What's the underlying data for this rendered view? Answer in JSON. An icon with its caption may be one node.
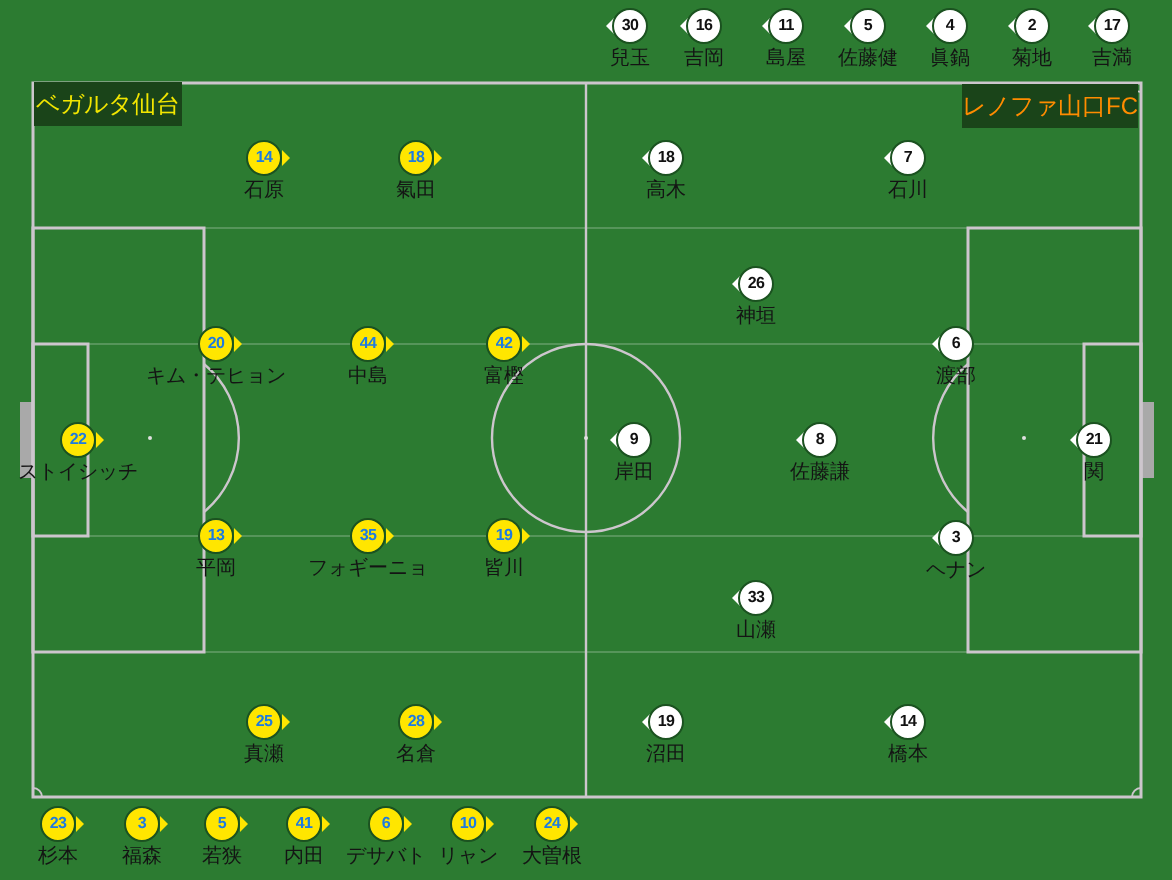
{
  "diagram": {
    "nodes": [
      {
        "text": [
          "30"
        ],
        "beside": [
          "兒玉"
        ]
      },
      {
        "text": [
          "16"
        ],
        "beside": [
          "吉岡"
        ]
      },
      {
        "text": [
          "11"
        ],
        "beside": [
          "島屋"
        ]
      },
      {
        "text": [
          "5"
        ],
        "beside": [
          "佐藤健"
        ]
      },
      {
        "text": [
          "4"
        ],
        "beside": [
          "眞鍋"
        ]
      },
      {
        "text": [
          "2"
        ],
        "beside": [
          "菊地"
        ]
      },
      {
        "text": [
          "17"
        ],
        "beside": [
          "吉満"
        ]
      },
      {
        "text": [
          "ベガルタ仙台"
        ]
      },
      {
        "text": [
          "レノファ山口FC"
        ]
      },
      {
        "text": [
          "14"
        ],
        "beside": [
          "石原"
        ]
      },
      {
        "text": [
          "18"
        ],
        "beside": [
          "氣田"
        ]
      },
      {
        "text": [
          "18"
        ],
        "beside": [
          "高木"
        ]
      },
      {
        "text": [
          "7"
        ],
        "beside": [
          "石川"
        ]
      },
      {
        "text": [
          "26"
        ],
        "beside": [
          "神垣"
        ]
      },
      {
        "text": [
          "20"
        ],
        "beside": [
          "キム・テヒョン"
        ]
      },
      {
        "text": [
          "44"
        ],
        "beside": [
          "中島"
        ]
      },
      {
        "text": [
          "42"
        ],
        "beside": [
          "富樫"
        ]
      },
      {
        "text": [
          "6"
        ],
        "beside": [
          "渡部"
        ]
      },
      {
        "text": [
          "22"
        ],
        "beside": [
          "ストイシッチ"
        ]
      },
      {
        "text": [
          "9"
        ],
        "beside": [
          "岸田"
        ]
      },
      {
        "text": [
          "8"
        ],
        "beside": [
          "佐藤謙"
        ]
      },
      {
        "text": [
          "21"
        ],
        "beside": [
          "関"
        ]
      },
      {
        "text": [
          "13"
        ],
        "beside": [
          "平岡"
        ]
      },
      {
        "text": [
          "35"
        ],
        "beside": [
          "フォギーニョ"
        ]
      },
      {
        "text": [
          "19"
        ],
        "beside": [
          "皆川"
        ]
      },
      {
        "text": [
          "3"
        ],
        "beside": [
          "ヘナン"
        ]
      },
      {
        "text": [
          "33"
        ],
        "beside": [
          "山瀬"
        ]
      },
      {
        "text": [
          "25"
        ],
        "beside": [
          "真瀬"
        ]
      },
      {
        "text": [
          "28"
        ],
        "beside": [
          "名倉"
        ]
      },
      {
        "text": [
          "19"
        ],
        "beside": [
          "沼田"
        ]
      },
      {
        "text": [
          "14"
        ],
        "beside": [
          "橋本"
        ]
      },
      {
        "text": [
          "23"
        ],
        "beside": [
          "杉本"
        ]
      },
      {
        "text": [
          "3"
        ],
        "beside": [
          "福森"
        ]
      },
      {
        "text": [
          "5"
        ],
        "beside": [
          "若狭"
        ]
      },
      {
        "text": [
          "41"
        ],
        "beside": [
          "内田"
        ]
      },
      {
        "text": [
          "6"
        ],
        "beside": [
          "デサバト"
        ]
      },
      {
        "text": [
          "10"
        ],
        "beside": [
          "リャン"
        ]
      },
      {
        "text": [
          "24"
        ],
        "beside": [
          "大曽根"
        ]
      }
    ]
  }
}
